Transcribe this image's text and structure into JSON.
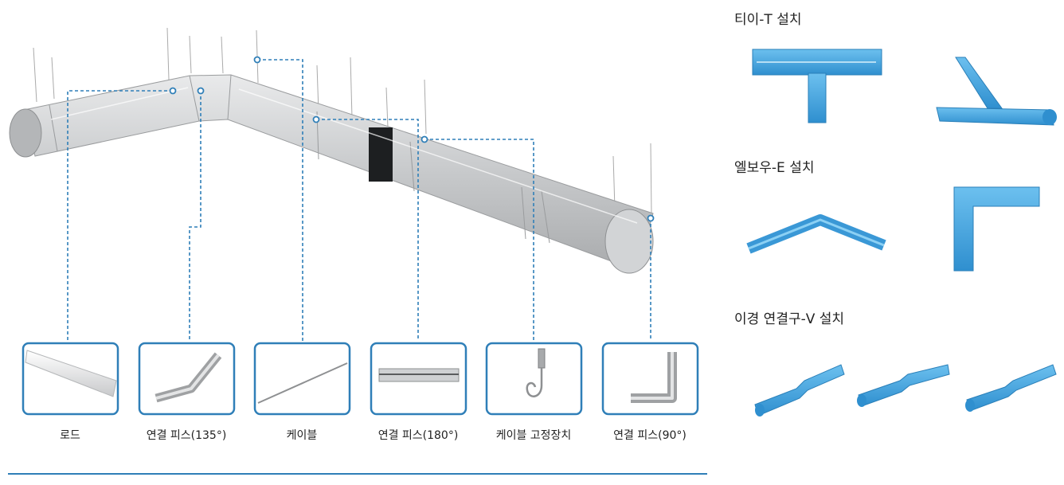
{
  "parts": [
    {
      "label": "로드"
    },
    {
      "label": "연결 피스(135°)"
    },
    {
      "label": "케이블"
    },
    {
      "label": "연결 피스(180°)"
    },
    {
      "label": "케이블 고정장치"
    },
    {
      "label": "연결 피스(90°)"
    }
  ],
  "install": [
    {
      "title": "티이-T 설치"
    },
    {
      "title": "엘보우-E 설치"
    },
    {
      "title": "이경 연결구-V 설치"
    }
  ],
  "colors": {
    "accent": "#2f7fb8",
    "duct": "#c9cbcd",
    "fitting": "#4aa6e0"
  }
}
